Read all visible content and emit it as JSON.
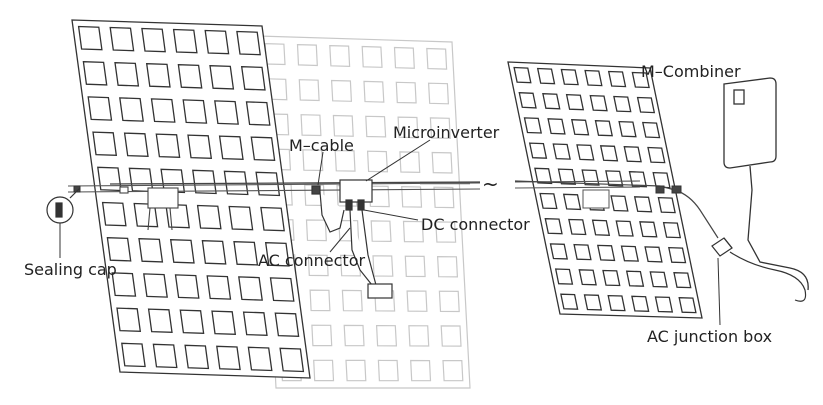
{
  "labels": {
    "m_combiner": "M–Combiner",
    "microinverter": "Microinverter",
    "m_cable": "M–cable",
    "dc_connector": "DC connector",
    "ac_connector": "AC connector",
    "sealing_cap": "Sealing cap",
    "ac_junction_box": "AC junction box",
    "continuation_symbol": "~"
  },
  "panels": {
    "left": {
      "cols": 6,
      "rows": 10
    },
    "middle": {
      "cols": 6,
      "rows": 10
    },
    "right": {
      "cols": 6,
      "rows": 10
    }
  },
  "colors": {
    "panel_stroke": "#333333",
    "ghost_panel_stroke": "#c8c8c8",
    "text": "#222222"
  }
}
